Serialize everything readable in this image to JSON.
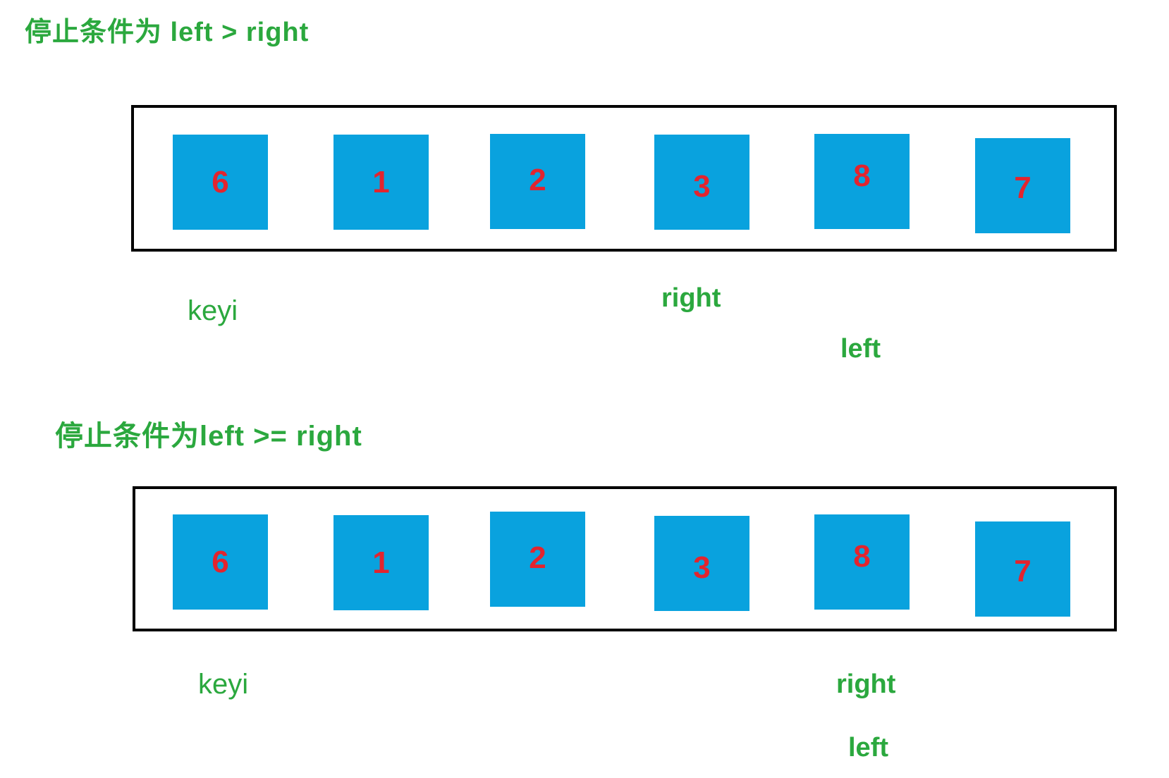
{
  "colors": {
    "label_green": "#2BA83E",
    "cell_blue": "#09A2DE",
    "number_red": "#E3242E",
    "container_border": "#000000",
    "background": "#FFFFFF"
  },
  "diagram1": {
    "title": "停止条件为 left > right",
    "array": [
      "6",
      "1",
      "2",
      "3",
      "8",
      "7"
    ],
    "pointers": {
      "keyi": "keyi",
      "right": "right",
      "left": "left"
    }
  },
  "diagram2": {
    "title": "停止条件为left >= right",
    "array": [
      "6",
      "1",
      "2",
      "3",
      "8",
      "7"
    ],
    "pointers": {
      "keyi": "keyi",
      "right": "right",
      "left": "left"
    }
  }
}
